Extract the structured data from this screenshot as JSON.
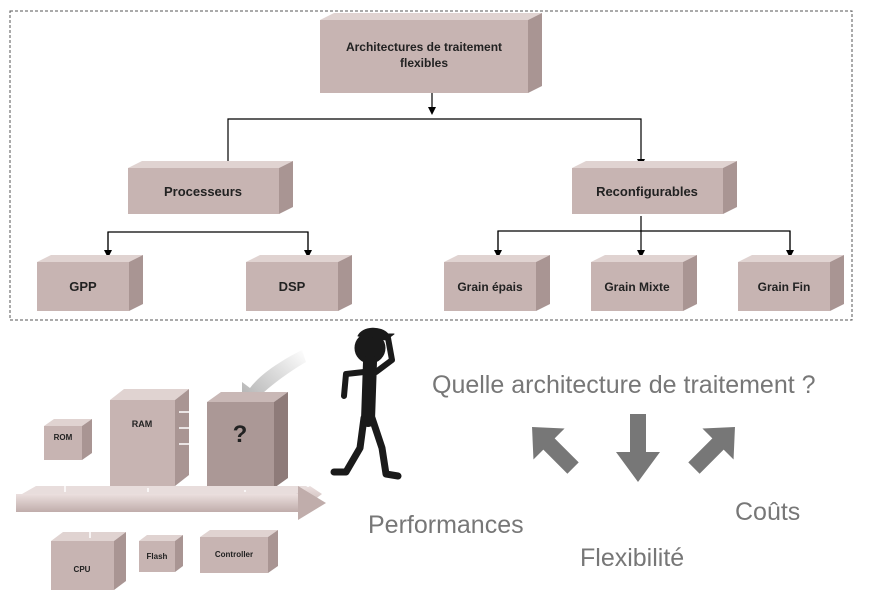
{
  "tree": {
    "root": "Architectures de traitement flexibles",
    "root_lines": [
      "Architectures de traitement",
      "flexibles"
    ],
    "branches": [
      "Processeurs",
      "Reconfigurables"
    ],
    "processeurs_children": [
      "GPP",
      "DSP"
    ],
    "reconfigurables_children": [
      "Grain épais",
      "Grain Mixte",
      "Grain Fin"
    ]
  },
  "board": {
    "rom": "ROM",
    "ram": "RAM",
    "unknown": "?",
    "cpu": "CPU",
    "flash": "Flash",
    "controller": "Controller"
  },
  "question": "Quelle architecture de traitement ?",
  "criteria": {
    "performance": "Performances",
    "flexibility": "Flexibilité",
    "cost": "Coûts"
  },
  "colors": {
    "box_front": "#c7b4b2",
    "box_top": "#e0d3d1",
    "box_side": "#a99593",
    "text_grey": "#777777",
    "arrow_grey": "#777777"
  }
}
